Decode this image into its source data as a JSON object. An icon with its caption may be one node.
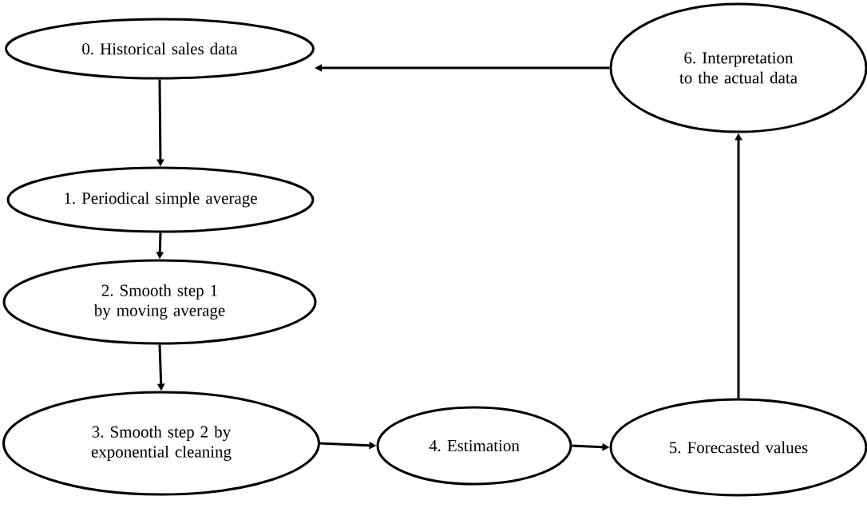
{
  "diagram": {
    "nodes": [
      {
        "text": [
          "0. Historical sales data"
        ]
      },
      {
        "text": [
          "1. Periodical simple average"
        ]
      },
      {
        "text": [
          "2. Smooth step 1 by moving average"
        ]
      },
      {
        "text": [
          "3. Smooth step 2 by exponential cleaning"
        ]
      },
      {
        "text": [
          "4. Estimation"
        ]
      },
      {
        "text": [
          "5. Forecasted values"
        ]
      },
      {
        "text": [
          "6. Interpretation to the actual data"
        ]
      }
    ],
    "edges": [
      {
        "from": 0,
        "to": 1,
        "arrow": "to"
      },
      {
        "from": 1,
        "to": 2,
        "arrow": "to"
      },
      {
        "from": 2,
        "to": 3,
        "arrow": "to"
      },
      {
        "from": 3,
        "to": 4,
        "arrow": "to"
      },
      {
        "from": 4,
        "to": 5,
        "arrow": "to"
      },
      {
        "from": 5,
        "to": 6,
        "arrow": "to"
      },
      {
        "from": 6,
        "to": 0,
        "arrow": "to"
      }
    ]
  }
}
